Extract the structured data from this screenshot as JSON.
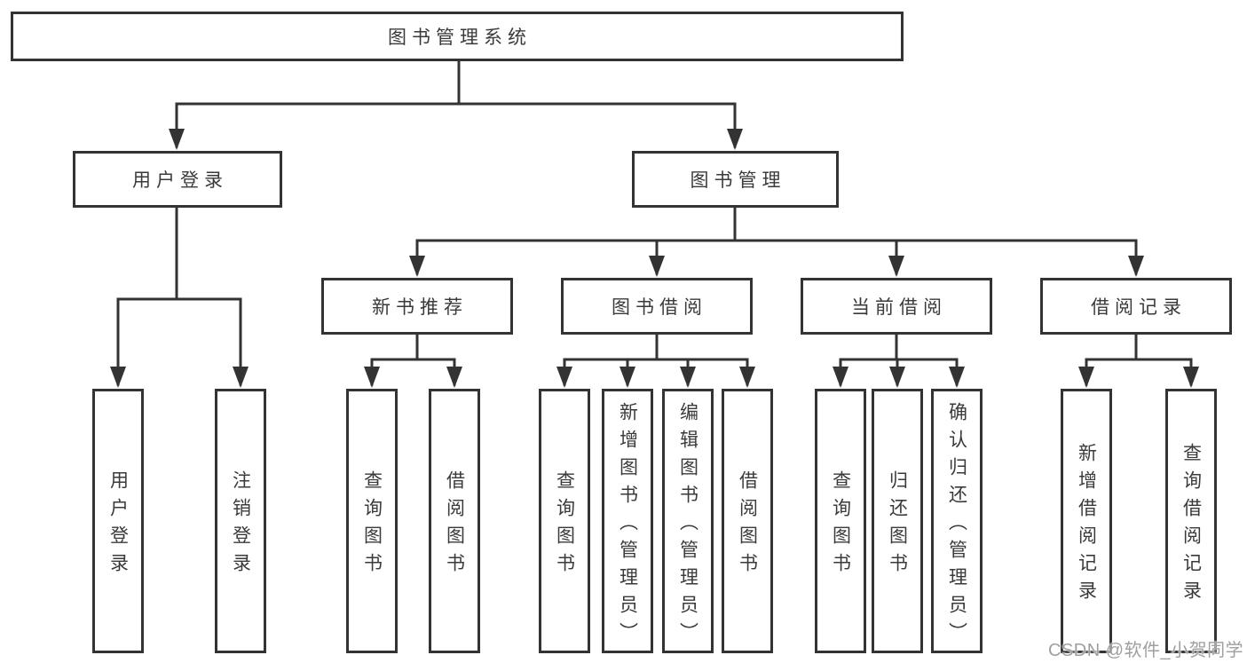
{
  "colors": {
    "line": "#333333",
    "box_border": "#333333",
    "text": "#3a3a3a",
    "watermark": "#9f9f9f",
    "background": "#ffffff"
  },
  "watermark": {
    "text": "CSDN @软件_小贺同学"
  },
  "diagram": {
    "title": "图书管理系统",
    "branches": [
      {
        "label": "用户登录",
        "children": [
          {
            "label": "用户登录"
          },
          {
            "label": "注销登录"
          }
        ]
      },
      {
        "label": "图书管理",
        "children": [
          {
            "label": "新书推荐",
            "children": [
              {
                "label": "查询图书"
              },
              {
                "label": "借阅图书"
              }
            ]
          },
          {
            "label": "图书借阅",
            "children": [
              {
                "label": "查询图书"
              },
              {
                "label": "新增图书（管理员）"
              },
              {
                "label": "编辑图书（管理员）"
              },
              {
                "label": "借阅图书"
              }
            ]
          },
          {
            "label": "当前借阅",
            "children": [
              {
                "label": "查询图书"
              },
              {
                "label": "归还图书"
              },
              {
                "label": "确认归还（管理员）"
              }
            ]
          },
          {
            "label": "借阅记录",
            "children": [
              {
                "label": "新增借阅记录"
              },
              {
                "label": "查询借阅记录"
              }
            ]
          }
        ]
      }
    ]
  }
}
